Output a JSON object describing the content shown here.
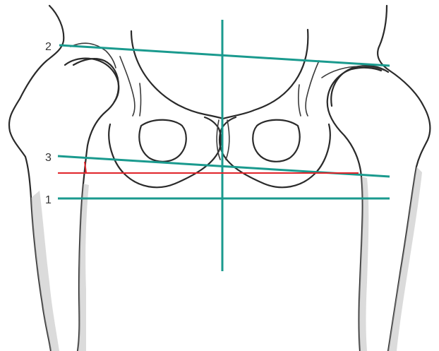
{
  "labels": {
    "line_1": "1",
    "line_2": "2",
    "line_3": "3"
  },
  "colors": {
    "reference_line": "#1a9a8e",
    "angle_line": "#e0242a",
    "sketch": "#2a2a2a"
  }
}
